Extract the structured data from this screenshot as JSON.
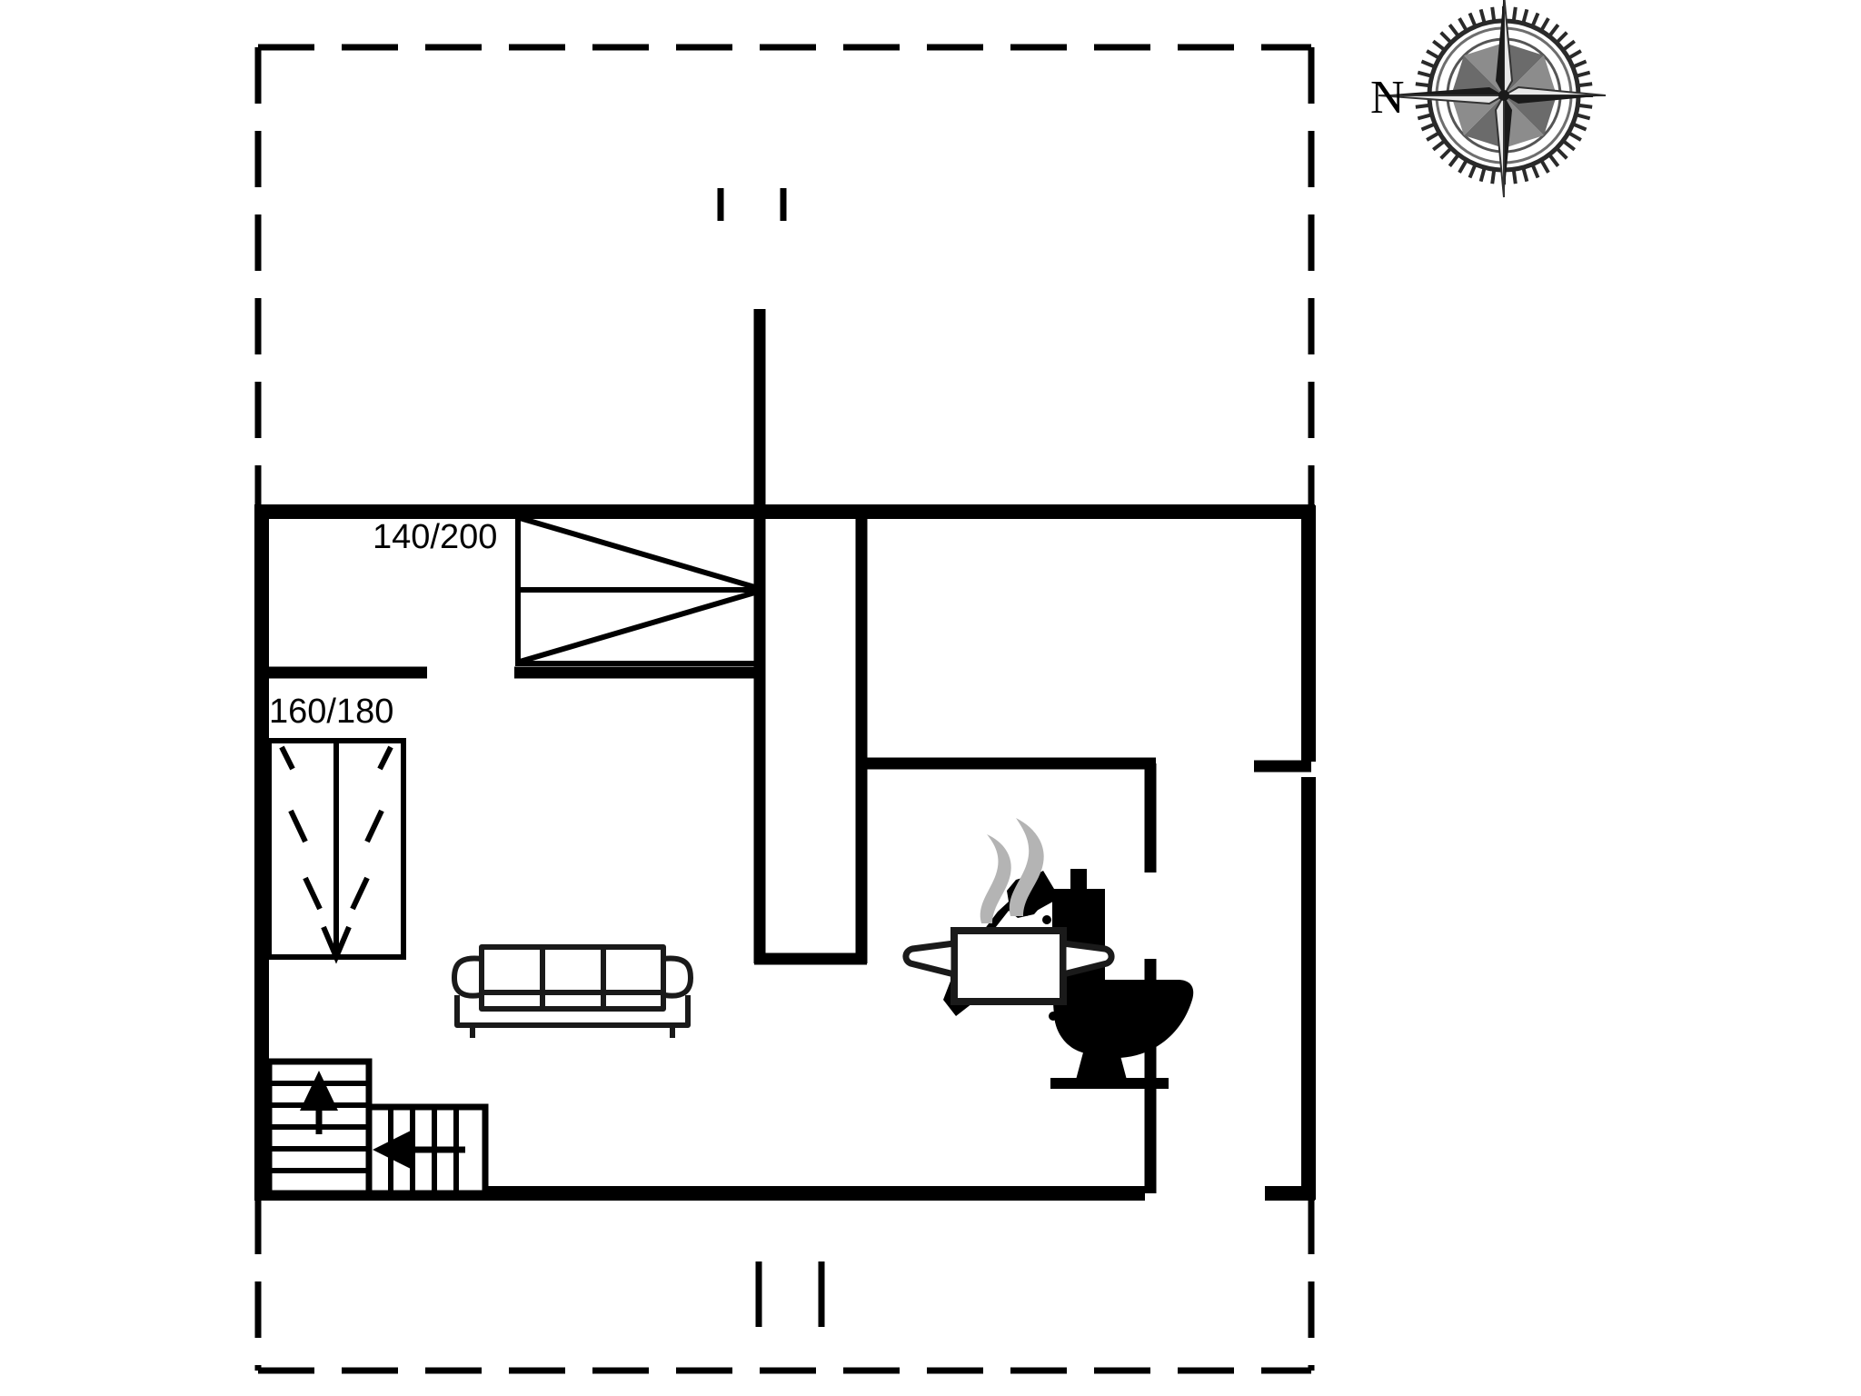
{
  "plan": {
    "type": "floor-plan",
    "title": "Holiday house floor plan",
    "orientation": {
      "compass_label": "N",
      "compass_points_direction": "left",
      "icon": "compass-rose-icon"
    },
    "line_colors": {
      "wall": "#000000",
      "furniture": "#1a1a1a",
      "steam": "#b4b4b4",
      "background": "#ffffff"
    },
    "labels": [
      {
        "id": "bed-double",
        "text": "140/200",
        "meaning": "double bed 140 by 200 cm"
      },
      {
        "id": "sofa-bed",
        "text": "160/180",
        "meaning": "sofa bed 160 by 180 cm"
      }
    ],
    "rooms": [
      {
        "id": "bedroom",
        "icons": [],
        "label": "140/200"
      },
      {
        "id": "bathroom",
        "icons": [
          "shower-icon",
          "toilet-icon"
        ]
      },
      {
        "id": "kitchen",
        "icons": [
          "cooking-pot-icon"
        ]
      },
      {
        "id": "living-room",
        "icons": [
          "sofa-icon",
          "sofa-bed-icon"
        ],
        "label": "160/180"
      },
      {
        "id": "hallway",
        "icons": [
          "stairs-up-icon",
          "stairs-left-icon"
        ]
      }
    ],
    "symbols": [
      {
        "name": "double-bed-symbol",
        "label": "140/200"
      },
      {
        "name": "sofa-bed-symbol",
        "label": "160/180"
      },
      {
        "name": "sofa-symbol",
        "seats": 3
      },
      {
        "name": "shower-symbol"
      },
      {
        "name": "toilet-symbol"
      },
      {
        "name": "cooking-pot-symbol"
      },
      {
        "name": "staircase-up-symbol",
        "arrow": "up"
      },
      {
        "name": "staircase-left-symbol",
        "arrow": "left"
      },
      {
        "name": "compass-rose-symbol"
      },
      {
        "name": "terrace-outline-dashed"
      }
    ]
  }
}
